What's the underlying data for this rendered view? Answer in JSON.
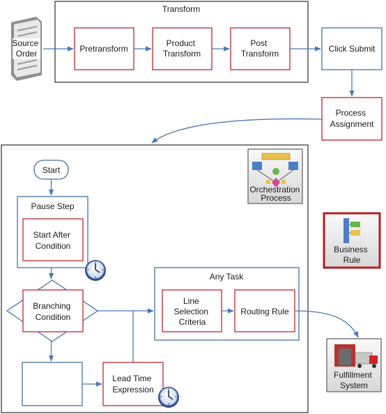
{
  "transform": {
    "title": "Transform",
    "source_order": [
      "Source",
      "Order"
    ],
    "pretransform": [
      "Pretransform"
    ],
    "product_transform": [
      "Product",
      "Transform"
    ],
    "post_transform": [
      "Post",
      "Transform"
    ]
  },
  "click_submit": [
    "Click Submit"
  ],
  "process_assignment": [
    "Process",
    "Assignment"
  ],
  "orchestration": {
    "icon_label": [
      "Orchestration",
      "Process"
    ],
    "start": "Start",
    "pause_step": {
      "title": "Pause Step",
      "start_after_condition": [
        "Start After",
        "Condition"
      ]
    },
    "branching_condition": [
      "Branching",
      "Condition"
    ],
    "lead_time_expression": [
      "Lead Time",
      "Expression"
    ],
    "any_task": {
      "title": "Any Task",
      "line_selection_criteria": [
        "Line",
        "Selection",
        "Criteria"
      ],
      "routing_rule": [
        "Routing Rule"
      ]
    }
  },
  "business_rule": [
    "Business",
    "Rule"
  ],
  "fulfillment_system": [
    "Fulfillment",
    "System"
  ],
  "colors": {
    "box_red": "#c0272d",
    "box_blue": "#4472a0",
    "arrow": "#4a7ab0",
    "business_rule_border": "#b81c22"
  },
  "icons": [
    "document-icon",
    "clock-icon",
    "orchestration-process-icon",
    "business-rule-icon",
    "fulfillment-truck-icon"
  ]
}
